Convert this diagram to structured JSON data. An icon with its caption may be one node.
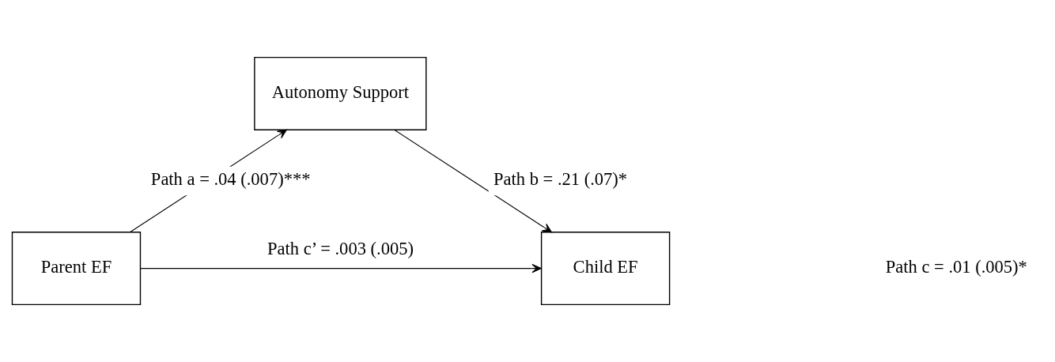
{
  "diagram": {
    "nodes": [
      {
        "text": [
          "Autonomy Support"
        ]
      },
      {
        "text": [
          "Parent EF"
        ]
      },
      {
        "text": [
          "Child EF"
        ]
      }
    ],
    "edges": [
      {
        "from": 1,
        "to": 0,
        "arrow": "to",
        "label": "Path a = .04 (.007)***"
      },
      {
        "from": 0,
        "to": 2,
        "arrow": "to",
        "label": "Path b = .21 (.07)*"
      },
      {
        "from": 1,
        "to": 2,
        "arrow": "to",
        "label": "Path c’ = .003 (.005)"
      }
    ],
    "labels": [
      "Path c = .01 (.005)*"
    ]
  }
}
